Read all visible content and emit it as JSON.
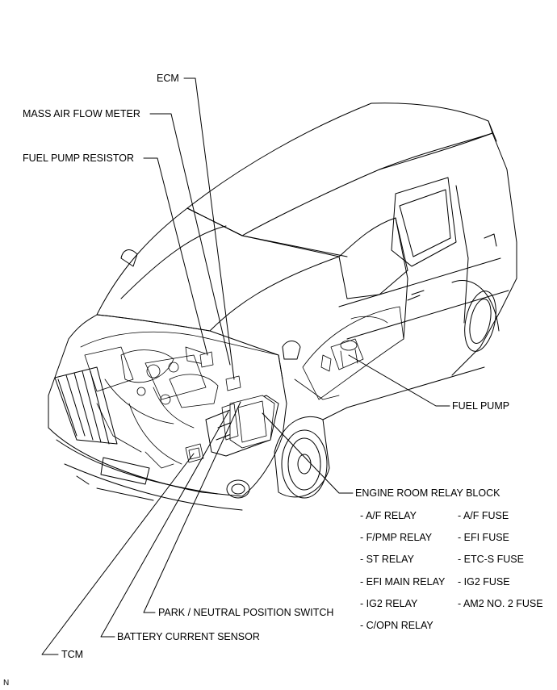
{
  "labels": {
    "ecm": "ECM",
    "mass_air_flow_meter": "MASS AIR FLOW METER",
    "fuel_pump_resistor": "FUEL PUMP RESISTOR",
    "fuel_pump": "FUEL PUMP",
    "engine_room_relay_block": "ENGINE ROOM RELAY BLOCK",
    "park_neutral_switch": "PARK / NEUTRAL POSITION SWITCH",
    "battery_current_sensor": "BATTERY CURRENT SENSOR",
    "tcm": "TCM"
  },
  "relay_block_items": {
    "left": [
      "- A/F RELAY",
      "- F/PMP RELAY",
      "- ST RELAY",
      "- EFI MAIN RELAY",
      "- IG2 RELAY",
      "- C/OPN RELAY"
    ],
    "right": [
      "- A/F FUSE",
      "- EFI FUSE",
      "- ETC-S FUSE",
      "- IG2 FUSE",
      "- AM2 NO. 2 FUSE"
    ]
  },
  "figure_code": "N"
}
